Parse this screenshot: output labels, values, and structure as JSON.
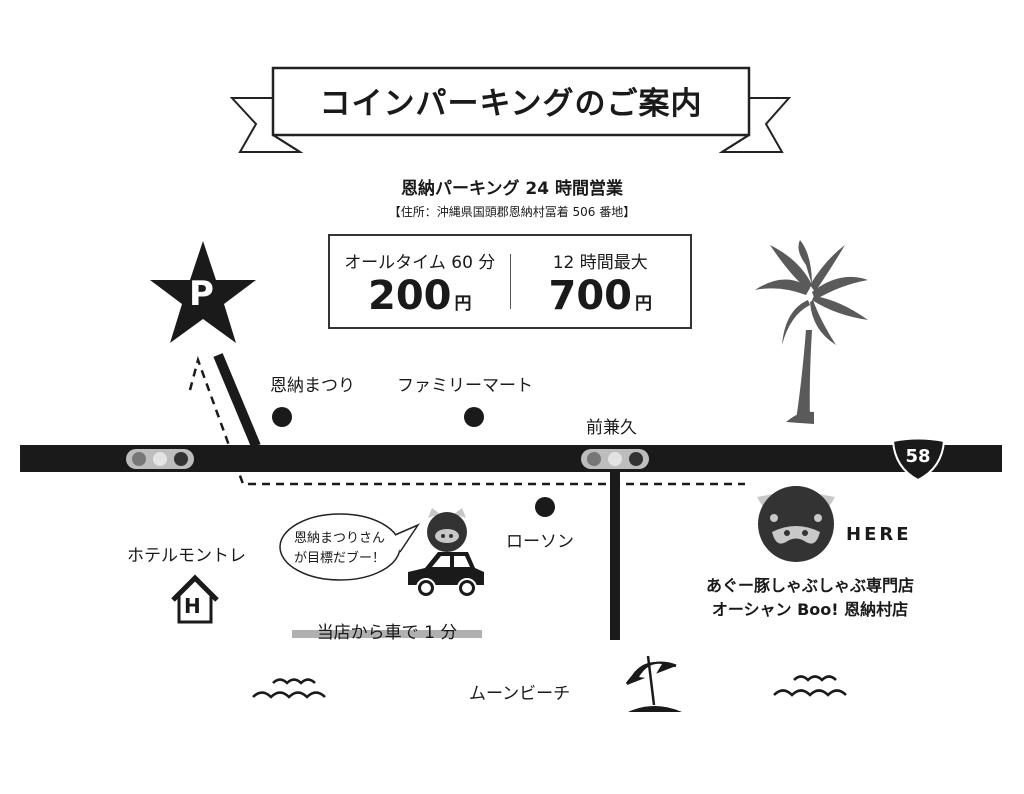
{
  "title": "コインパーキングのご案内",
  "parking": {
    "name": "恩納パーキング 24 時間営業",
    "address": "【住所：沖縄県国頭郡恩納村冨着 506 番地】",
    "prices": [
      {
        "label": "オールタイム 60 分",
        "value": "200",
        "unit": "円"
      },
      {
        "label": "12 時間最大",
        "value": "700",
        "unit": "円"
      }
    ]
  },
  "icons": {
    "parking_star": "P",
    "hotel": "H",
    "route_number": "58"
  },
  "landmarks": {
    "onna_matsuri": "恩納まつり",
    "family_mart": "ファミリーマート",
    "maekaneku": "前兼久",
    "lawson": "ローソン",
    "hotel_monterey": "ホテルモントレ",
    "moon_beach": "ムーンビーチ"
  },
  "speech_bubble": {
    "line1": "恩納まつりさん",
    "line2": "が目標だブー！"
  },
  "drive_time": "当店から車で 1 分",
  "here_label": "HERE",
  "store": {
    "line1": "あぐー豚しゃぶしゃぶ専門店",
    "line2": "オーシャン Boo! 恩納村店"
  },
  "colors": {
    "road": "#1a1a1a",
    "palm": "#5a5a5a",
    "pig_face": "#333333",
    "pig_snout": "#c8c8c8",
    "drive_bar": "#b0b0b0"
  }
}
